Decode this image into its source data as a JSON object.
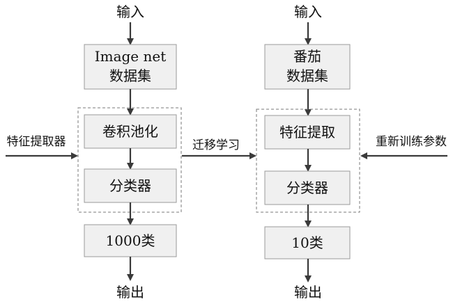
{
  "left_flow": {
    "input_label": "输入",
    "dataset_line1": "Image net",
    "dataset_line2": "数据集",
    "conv_pool": "卷积池化",
    "classifier": "分类器",
    "output_box": "1000类",
    "output_label": "输出"
  },
  "right_flow": {
    "input_label": "输入",
    "dataset_line1": "番茄",
    "dataset_line2": "数据集",
    "feature_extract": "特征提取",
    "classifier": "分类器",
    "output_box": "10类",
    "output_label": "输出"
  },
  "left_side_label": "特征提取器",
  "transfer_label": "迁移学习",
  "right_side_label": "重新训练参数"
}
